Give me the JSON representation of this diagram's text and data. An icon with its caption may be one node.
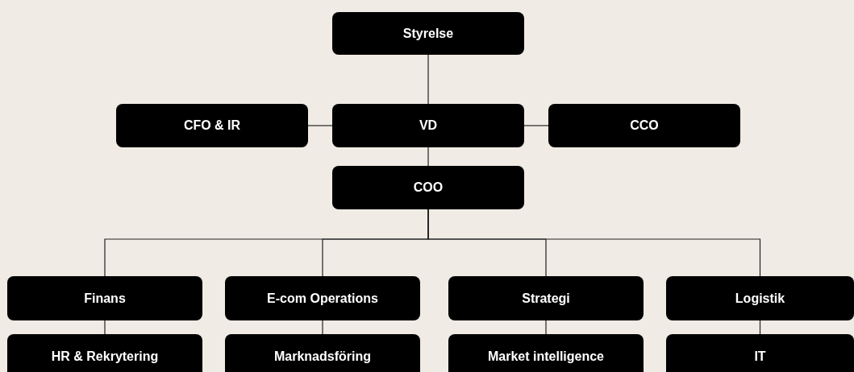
{
  "diagram": {
    "nodes": [
      {
        "text": [
          "Styrelse"
        ]
      },
      {
        "text": [
          "CFO & IR"
        ]
      },
      {
        "text": [
          "VD"
        ]
      },
      {
        "text": [
          "CCO"
        ]
      },
      {
        "text": [
          "COO"
        ]
      },
      {
        "text": [
          "Finans"
        ]
      },
      {
        "text": [
          "E-com Operations"
        ]
      },
      {
        "text": [
          "Strategi"
        ]
      },
      {
        "text": [
          "Logistik"
        ]
      },
      {
        "text": [
          "HR & Rekrytering"
        ]
      },
      {
        "text": [
          "Marknadsföring"
        ]
      },
      {
        "text": [
          "Market intelligence"
        ]
      },
      {
        "text": [
          "IT"
        ]
      }
    ],
    "edges": [
      {
        "from": 0,
        "to": 2,
        "arrow": "none"
      },
      {
        "from": 2,
        "to": 1,
        "arrow": "none"
      },
      {
        "from": 2,
        "to": 3,
        "arrow": "none"
      },
      {
        "from": 2,
        "to": 4,
        "arrow": "none"
      },
      {
        "from": 4,
        "to": 5,
        "arrow": "none"
      },
      {
        "from": 4,
        "to": 6,
        "arrow": "none"
      },
      {
        "from": 4,
        "to": 7,
        "arrow": "none"
      },
      {
        "from": 4,
        "to": 8,
        "arrow": "none"
      },
      {
        "from": 5,
        "to": 9,
        "arrow": "none"
      },
      {
        "from": 6,
        "to": 10,
        "arrow": "none"
      },
      {
        "from": 7,
        "to": 11,
        "arrow": "none"
      },
      {
        "from": 8,
        "to": 12,
        "arrow": "none"
      }
    ]
  }
}
